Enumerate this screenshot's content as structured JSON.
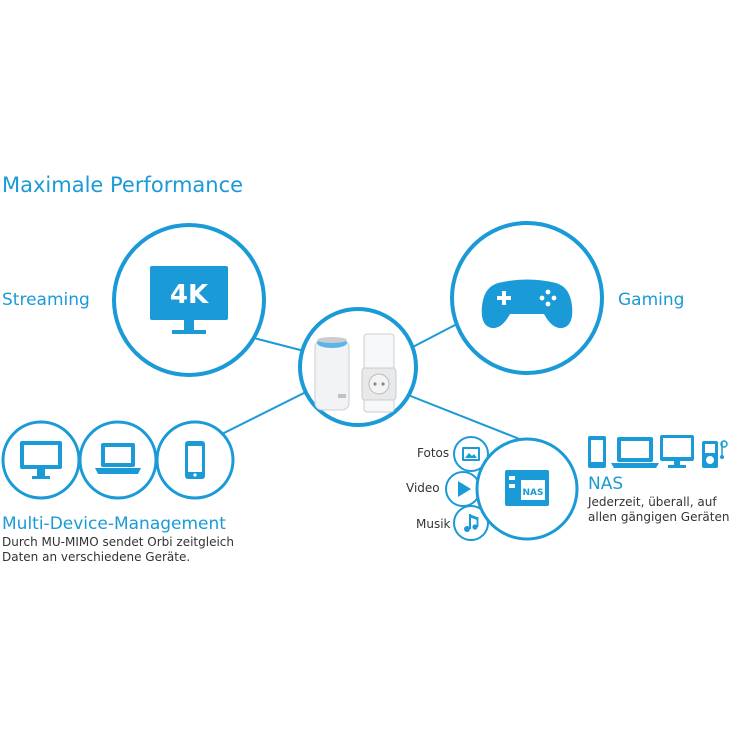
{
  "title": "Maximale Performance",
  "accent_color": "#1a9ad6",
  "streaming": {
    "label": "Streaming",
    "badge": "4K",
    "icon": "4k-monitor-icon"
  },
  "gaming": {
    "label": "Gaming",
    "icon": "gamepad-icon"
  },
  "center": {
    "icon": "orbi-router-icon"
  },
  "multi_device": {
    "title": "Multi-Device-Management",
    "description_line1": "Durch MU-MIMO sendet Orbi zeitgleich",
    "description_line2": "Daten an verschiedene Geräte.",
    "icons": [
      "monitor-icon",
      "laptop-icon",
      "smartphone-icon"
    ]
  },
  "media": {
    "items": [
      {
        "label": "Fotos",
        "icon": "photo-icon"
      },
      {
        "label": "Video",
        "icon": "play-icon"
      },
      {
        "label": "Musik",
        "icon": "music-note-icon"
      }
    ],
    "nas_badge": "NAS"
  },
  "nas": {
    "title": "NAS",
    "description_line1": "Jederzeit, überall, auf",
    "description_line2": "allen gängigen Geräten",
    "icons": [
      "phone-icon",
      "laptop-icon",
      "monitor-icon",
      "music-player-icon"
    ]
  }
}
